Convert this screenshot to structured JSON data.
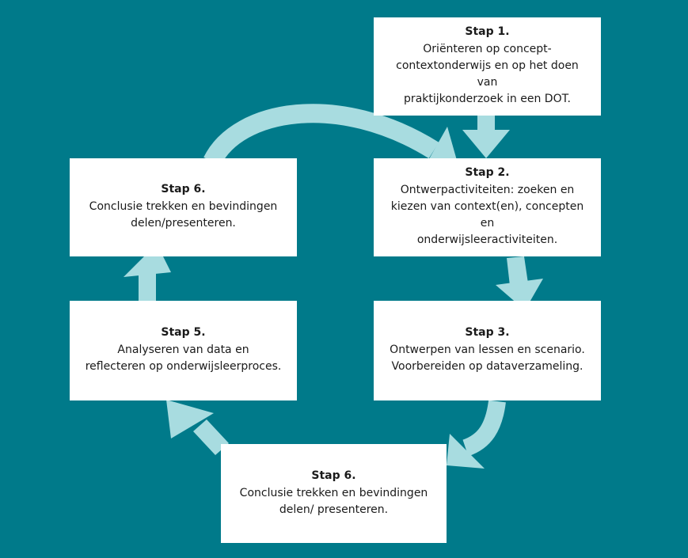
{
  "colors": {
    "background": "#007a8a",
    "box": "#ffffff",
    "arrow": "#a8dce0",
    "text": "#1a1a1a"
  },
  "steps": [
    {
      "title": "Stap 1.",
      "lines": [
        "Oriënteren op concept-",
        "contextonderwijs en op het doen van",
        "praktijkonderzoek in een DOT."
      ]
    },
    {
      "title": "Stap 2.",
      "lines": [
        "Ontwerpactiviteiten: zoeken en",
        "kiezen van context(en), concepten en",
        "onderwijsleeractiviteiten."
      ]
    },
    {
      "title": "Stap 3.",
      "lines": [
        "Ontwerpen van lessen en scenario.",
        "Voorbereiden op dataverzameling."
      ]
    },
    {
      "title": "Stap 6.",
      "lines": [
        "Conclusie trekken en bevindingen",
        "delen/ presenteren."
      ]
    },
    {
      "title": "Stap 5.",
      "lines": [
        "Analyseren van data en",
        "reflecteren op onderwijsleerproces."
      ]
    },
    {
      "title": "Stap 6.",
      "lines": [
        "Conclusie trekken en bevindingen",
        "delen/presenteren."
      ]
    }
  ]
}
